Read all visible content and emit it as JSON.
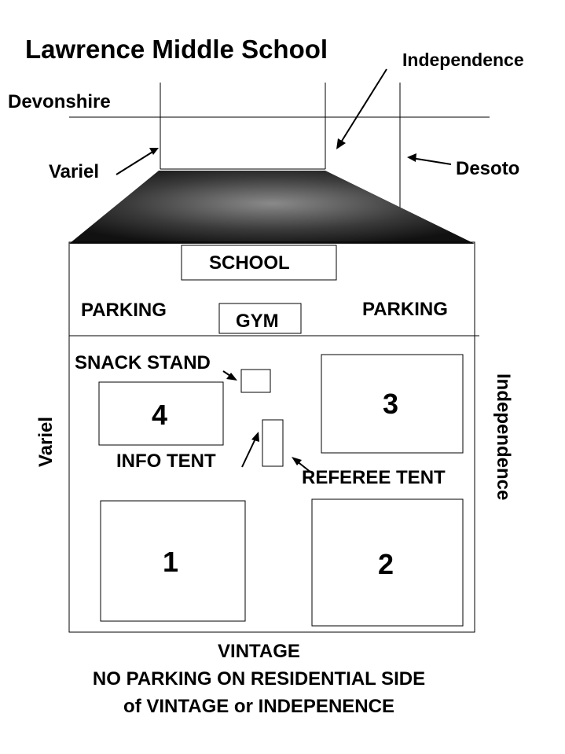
{
  "title": "Lawrence Middle School",
  "streets": {
    "devonshire": "Devonshire",
    "independence_top": "Independence",
    "variel_top": "Variel",
    "desoto": "Desoto",
    "variel_side": "Variel",
    "independence_side": "Independence",
    "vintage": "VINTAGE"
  },
  "areas": {
    "school": "SCHOOL",
    "parking_left": "PARKING",
    "gym": "GYM",
    "parking_right": "PARKING",
    "snack_stand": "SNACK STAND",
    "info_tent": "INFO TENT",
    "referee_tent": "REFEREE TENT"
  },
  "fields": [
    "1",
    "2",
    "3",
    "4"
  ],
  "notes": {
    "line1": "NO PARKING ON RESIDENTIAL SIDE",
    "line2": "of VINTAGE or INDEPENENCE"
  }
}
